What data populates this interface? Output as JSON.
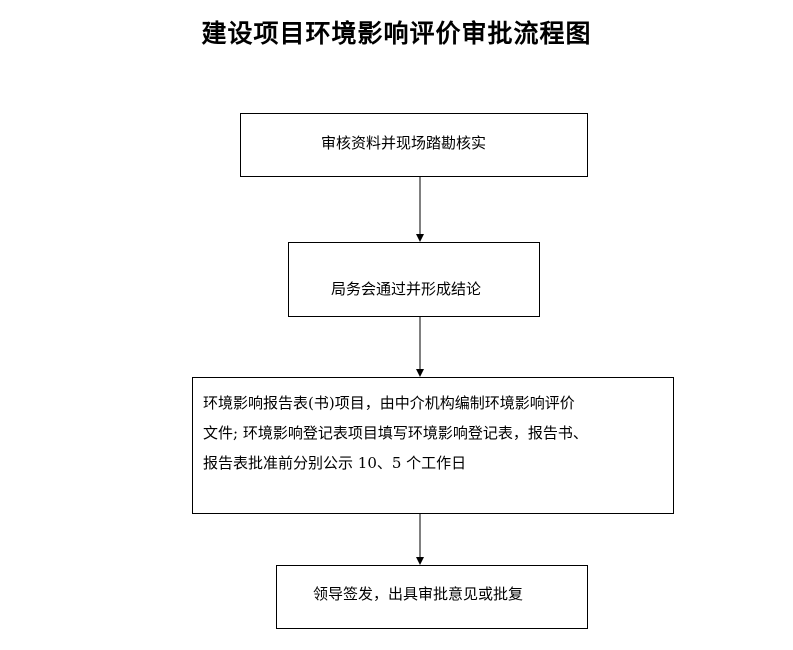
{
  "title": "建设项目环境影响评价审批流程图",
  "steps": [
    {
      "lines": [
        "审核资料并现场踏勘核实"
      ]
    },
    {
      "lines": [
        "局务会通过并形成结论"
      ]
    },
    {
      "lines": [
        "环境影响报告表(书)项目，由中介机构编制环境影响评价",
        "文件; 环境影响登记表项目填写环境影响登记表，报告书、",
        "报告表批准前分别公示 10、5 个工作日"
      ]
    },
    {
      "lines": [
        "领导签发，出具审批意见或批复"
      ]
    }
  ]
}
